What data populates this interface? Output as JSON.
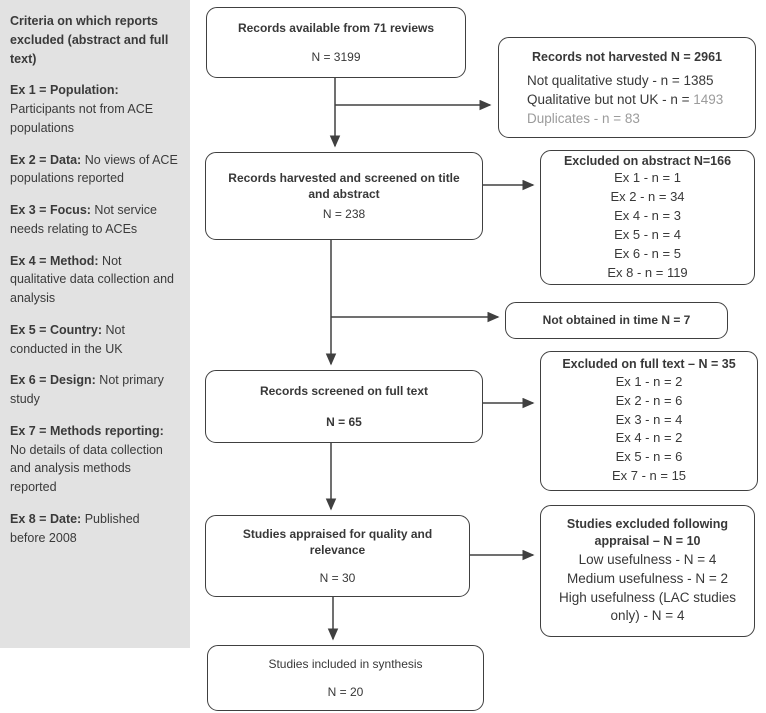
{
  "colors": {
    "sidebar_bg": "#e2e2e2",
    "border": "#404040",
    "text": "#383838",
    "muted_text": "#9b9b9b"
  },
  "sidebar": {
    "title": "Criteria on which reports excluded (abstract and full text)",
    "criteria": [
      {
        "label": "Ex 1 = Population:",
        "text": "Participants not from ACE populations"
      },
      {
        "label": "Ex 2 = Data:",
        "text": "No views of ACE populations reported"
      },
      {
        "label": "Ex 3 = Focus:",
        "text": "Not service needs relating to ACEs"
      },
      {
        "label": "Ex 4 = Method:",
        "text": "Not qualitative data collection and analysis"
      },
      {
        "label": "Ex 5 = Country:",
        "text": "Not conducted in the UK"
      },
      {
        "label": "Ex 6 = Design:",
        "text": "Not primary study"
      },
      {
        "label": "Ex 7 = Methods reporting:",
        "text": "No details of data collection and analysis methods reported"
      },
      {
        "label": "Ex 8 = Date:",
        "text": "Published before 2008"
      }
    ]
  },
  "main_flow": {
    "records_available": {
      "title": "Records available from 71 reviews",
      "n": "N = 3199"
    },
    "records_harvested": {
      "title": "Records harvested and screened on title and abstract",
      "n": "N = 238"
    },
    "screened_full_text": {
      "title": "Records screened on full text",
      "n": "N = 65"
    },
    "appraised": {
      "title": "Studies appraised for quality and relevance",
      "n": "N = 30"
    },
    "included": {
      "title": "Studies included in synthesis",
      "n": "N = 20"
    }
  },
  "side_boxes": {
    "not_harvested": {
      "title": "Records not harvested N = 2961",
      "line1": "Not qualitative study - n = 1385",
      "line2_prefix": "Qualitative but not UK - n = ",
      "line2_value": "1493",
      "line3": "Duplicates - n = 83"
    },
    "excluded_abstract": {
      "title": "Excluded on abstract N=166",
      "items": [
        "Ex 1 - n = 1",
        "Ex 2 - n = 34",
        "Ex 4 - n = 3",
        "Ex 5 - n = 4",
        "Ex 6 - n = 5",
        "Ex 8 - n = 119"
      ]
    },
    "not_obtained": {
      "title": "Not obtained in time N = 7"
    },
    "excluded_full_text": {
      "title": "Excluded on full text – N = 35",
      "items": [
        "Ex 1 - n = 2",
        "Ex 2 - n = 6",
        "Ex 3 - n = 4",
        "Ex 4 - n = 2",
        "Ex 5 - n = 6",
        "Ex 7 - n = 15"
      ]
    },
    "excluded_appraisal": {
      "title": "Studies excluded following appraisal – N = 10",
      "items": [
        "Low usefulness - N = 4",
        "Medium usefulness - N = 2",
        "High usefulness (LAC studies only) - N = 4"
      ]
    }
  }
}
